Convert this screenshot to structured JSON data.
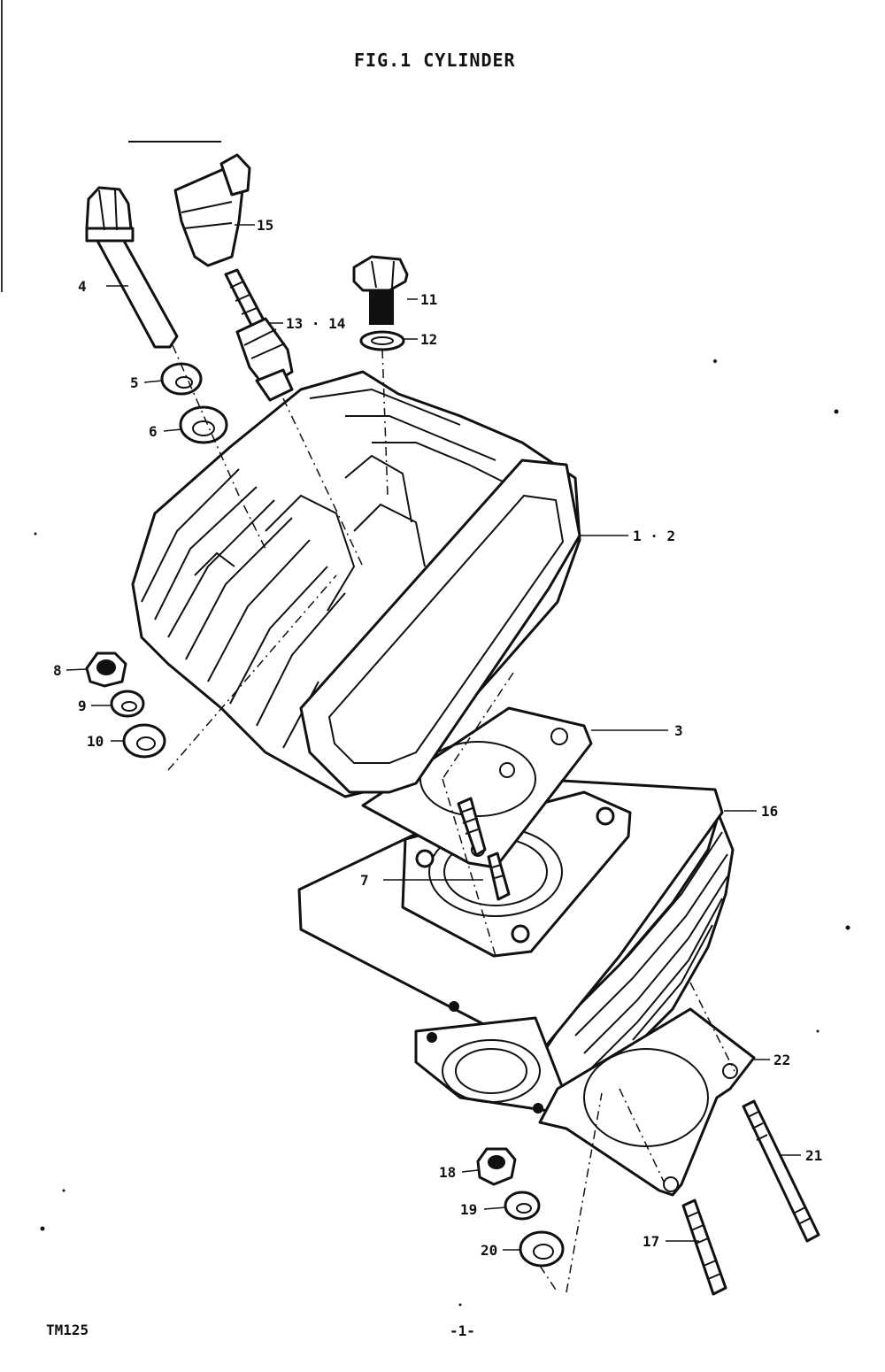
{
  "title": "FIG.1  CYLINDER",
  "footer": {
    "model": "TM125",
    "page": "-1-"
  },
  "callouts": [
    {
      "id": "p1-2",
      "text": "1 · 2"
    },
    {
      "id": "p3",
      "text": "3"
    },
    {
      "id": "p4",
      "text": "4"
    },
    {
      "id": "p5",
      "text": "5"
    },
    {
      "id": "p6",
      "text": "6"
    },
    {
      "id": "p7",
      "text": "7"
    },
    {
      "id": "p8",
      "text": "8"
    },
    {
      "id": "p9",
      "text": "9"
    },
    {
      "id": "p10",
      "text": "10"
    },
    {
      "id": "p11",
      "text": "11"
    },
    {
      "id": "p12",
      "text": "12"
    },
    {
      "id": "p13-14",
      "text": "13 · 14"
    },
    {
      "id": "p15",
      "text": "15"
    },
    {
      "id": "p16",
      "text": "16"
    },
    {
      "id": "p17",
      "text": "17"
    },
    {
      "id": "p18",
      "text": "18"
    },
    {
      "id": "p19",
      "text": "19"
    },
    {
      "id": "p20",
      "text": "20"
    },
    {
      "id": "p21",
      "text": "21"
    },
    {
      "id": "p22",
      "text": "22"
    }
  ]
}
